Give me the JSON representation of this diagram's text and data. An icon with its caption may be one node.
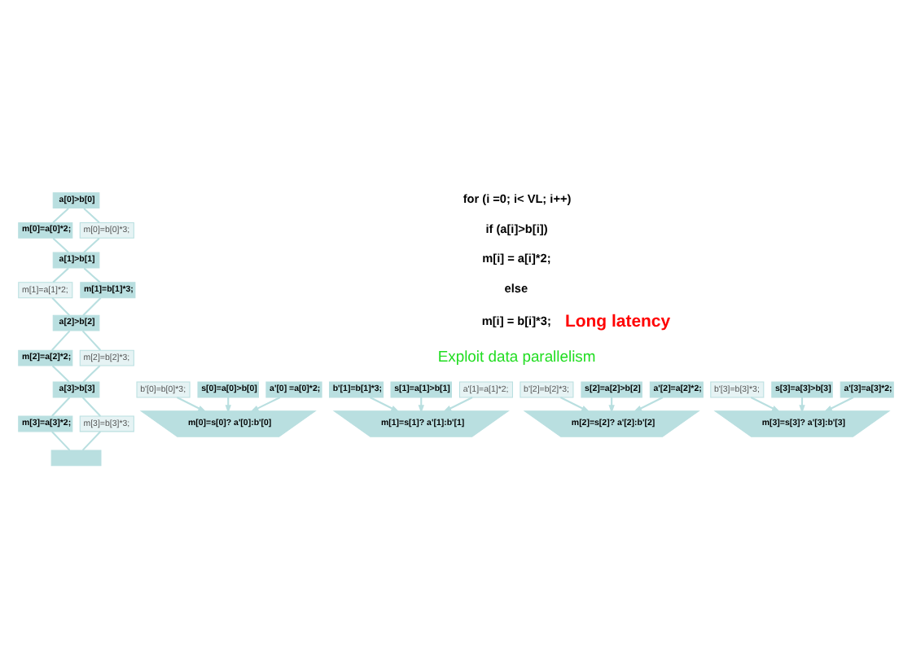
{
  "diagram": {
    "nodes": [
      {
        "text": [
          "a[0]>b[0]"
        ]
      },
      {
        "text": [
          "m[0]=a[0]*2;"
        ]
      },
      {
        "text": [
          "m[0]=b[0]*3;"
        ]
      },
      {
        "text": [
          "a[1]>b[1]"
        ]
      },
      {
        "text": [
          "m[1]=a[1]*2;"
        ]
      },
      {
        "text": [
          "m[1]=b[1]*3;"
        ]
      },
      {
        "text": [
          "a[2]>b[2]"
        ]
      },
      {
        "text": [
          "m[2]=a[2]*2;"
        ]
      },
      {
        "text": [
          "m[2]=b[2]*3;"
        ]
      },
      {
        "text": [
          "a[3]>b[3]"
        ]
      },
      {
        "text": [
          "m[3]=a[3]*2;"
        ]
      },
      {
        "text": [
          "m[3]=b[3]*3;"
        ]
      },
      {
        "text": [],
        "shape": "box"
      },
      {
        "text": [
          "s[0]=a[0]>b[0]"
        ]
      },
      {
        "text": [
          "a'[0] =a[0]*2;"
        ]
      },
      {
        "text": [
          "b'[0]=b[0]*3;"
        ]
      },
      {
        "text": [
          "m[0]=s[0]? a'[0]:b'[0]"
        ]
      },
      {
        "text": [
          "s[1]=a[1]>b[1]"
        ]
      },
      {
        "text": [
          "a'[1]=a[1]*2;"
        ]
      },
      {
        "text": [
          "b'[1]=b[1]*3;"
        ]
      },
      {
        "text": [
          "m[1]=s[1]? a'[1]:b'[1]"
        ]
      },
      {
        "text": [
          "s[2]=a[2]>b[2]"
        ]
      },
      {
        "text": [
          "a'[2]=a[2]*2;"
        ]
      },
      {
        "text": [
          "b'[2]=b[2]*3;"
        ]
      },
      {
        "text": [
          "m[2]=s[2]? a'[2]:b'[2]"
        ]
      },
      {
        "text": [
          "s[3]=a[3]>b[3]"
        ]
      },
      {
        "text": [
          "a'[3]=a[3]*2;"
        ]
      },
      {
        "text": [
          "b'[3]=b[3]*3;"
        ]
      },
      {
        "text": [
          "m[3]=s[3]? a'[3]:b'[3]"
        ]
      }
    ],
    "edges": [
      {
        "from": 0,
        "to": 1,
        "arrow": "none"
      },
      {
        "from": 0,
        "to": 2,
        "arrow": "none"
      },
      {
        "from": 1,
        "to": 3,
        "arrow": "none"
      },
      {
        "from": 2,
        "to": 3,
        "arrow": "none"
      },
      {
        "from": 3,
        "to": 4,
        "arrow": "none"
      },
      {
        "from": 3,
        "to": 5,
        "arrow": "none"
      },
      {
        "from": 4,
        "to": 6,
        "arrow": "none"
      },
      {
        "from": 5,
        "to": 6,
        "arrow": "none"
      },
      {
        "from": 6,
        "to": 7,
        "arrow": "none"
      },
      {
        "from": 6,
        "to": 8,
        "arrow": "none"
      },
      {
        "from": 7,
        "to": 9,
        "arrow": "none"
      },
      {
        "from": 8,
        "to": 9,
        "arrow": "none"
      },
      {
        "from": 9,
        "to": 10,
        "arrow": "none"
      },
      {
        "from": 9,
        "to": 11,
        "arrow": "none"
      },
      {
        "from": 10,
        "to": 12,
        "arrow": "none"
      },
      {
        "from": 11,
        "to": 12,
        "arrow": "none"
      },
      {
        "from": 13,
        "to": 16,
        "arrow": "to"
      },
      {
        "from": 14,
        "to": 16,
        "arrow": "to"
      },
      {
        "from": 15,
        "to": 16,
        "arrow": "to"
      },
      {
        "from": 17,
        "to": 20,
        "arrow": "to"
      },
      {
        "from": 18,
        "to": 20,
        "arrow": "to"
      },
      {
        "from": 19,
        "to": 20,
        "arrow": "to"
      },
      {
        "from": 21,
        "to": 24,
        "arrow": "to"
      },
      {
        "from": 22,
        "to": 24,
        "arrow": "to"
      },
      {
        "from": 23,
        "to": 24,
        "arrow": "to"
      },
      {
        "from": 25,
        "to": 28,
        "arrow": "to"
      },
      {
        "from": 26,
        "to": 28,
        "arrow": "to"
      },
      {
        "from": 27,
        "to": 28,
        "arrow": "to"
      }
    ],
    "labels": [
      "for (i =0; i< VL; i++)",
      "if (a[i]>b[i])",
      "m[i] = a[i]*2;",
      "else",
      "m[i] = b[i]*3;",
      "Long latency",
      "Exploit data parallelism"
    ]
  }
}
